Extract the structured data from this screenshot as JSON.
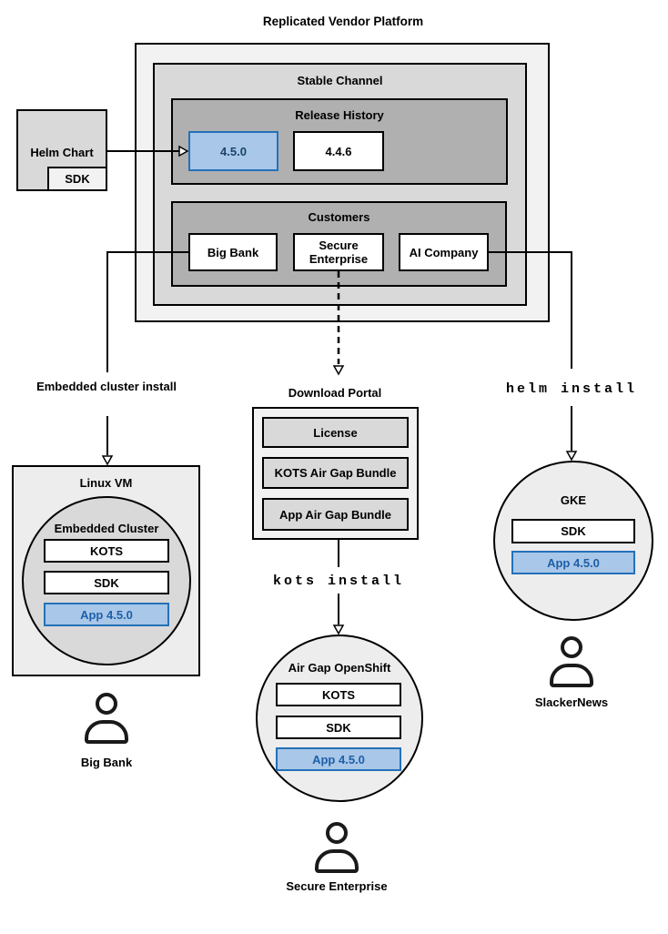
{
  "title": "Replicated Vendor Platform",
  "colors": {
    "highlight_fill": "#a9c7e8",
    "highlight_border": "#2471b8",
    "highlight_text": "#1d5fa9",
    "gray_lightest": "#f2f2f2",
    "gray_mid": "#d9d9d9",
    "gray_dark": "#b0b0b0",
    "line": "#000000"
  },
  "platform": {
    "stable_channel": {
      "label": "Stable Channel"
    },
    "release_history": {
      "label": "Release History",
      "releases": [
        "4.5.0",
        "4.4.6"
      ],
      "highlighted_release": "4.5.0"
    },
    "customers": {
      "label": "Customers",
      "items": [
        "Big Bank",
        "Secure Enterprise",
        "AI Company"
      ]
    }
  },
  "helm_chart": {
    "label": "Helm Chart",
    "sdk": "SDK"
  },
  "flow_labels": {
    "embedded_cluster_install": "Embedded cluster install",
    "helm_install": "helm install",
    "kots_install": "kots install"
  },
  "download_portal": {
    "label": "Download Portal",
    "items": [
      "License",
      "KOTS Air Gap Bundle",
      "App Air Gap Bundle"
    ]
  },
  "linux_vm": {
    "label": "Linux VM",
    "cluster_label": "Embedded Cluster",
    "components": [
      "KOTS",
      "SDK",
      "App 4.5.0"
    ]
  },
  "air_gap_openshift": {
    "label": "Air Gap OpenShift",
    "components": [
      "KOTS",
      "SDK",
      "App 4.5.0"
    ]
  },
  "gke": {
    "label": "GKE",
    "components": [
      "SDK",
      "App 4.5.0"
    ]
  },
  "personas": {
    "big_bank": "Big Bank",
    "secure_enterprise": "Secure Enterprise",
    "slackernews": "SlackerNews"
  }
}
